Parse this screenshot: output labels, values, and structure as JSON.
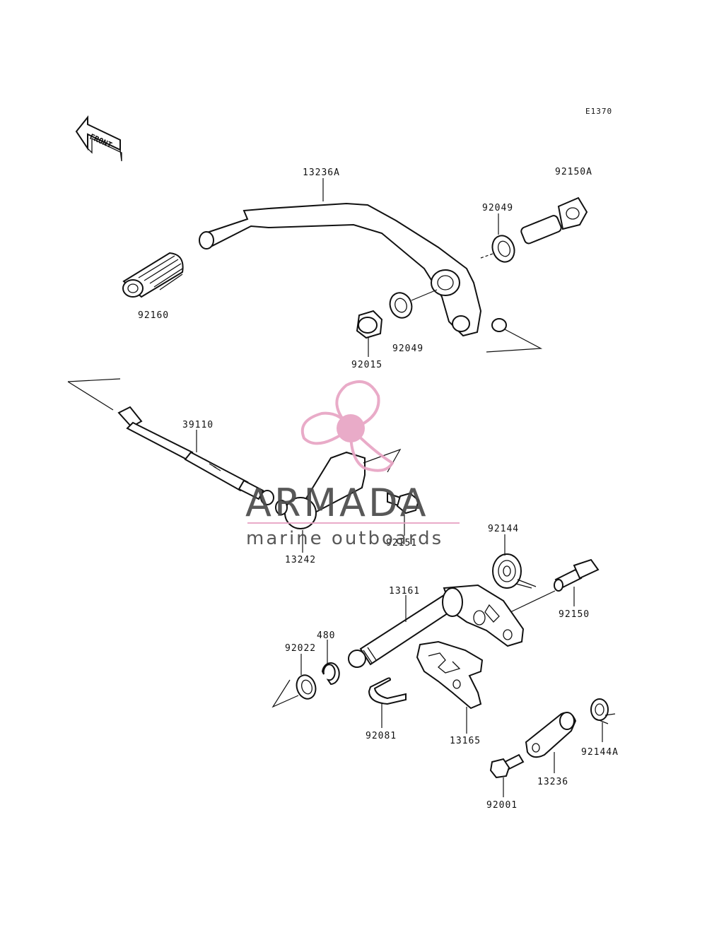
{
  "diagram_ref": "E1370",
  "front_label": "FRONT",
  "watermark": {
    "brand": "ARMADA",
    "tagline": "marine outboards",
    "accent_color": "#e8a4c4",
    "text_color": "#4a4a4a"
  },
  "parts": {
    "p13236A": "13236A",
    "p92150A": "92150A",
    "p92049a": "92049",
    "p92049b": "92049",
    "p92160": "92160",
    "p92015": "92015",
    "p39110": "39110",
    "p13242": "13242",
    "p92151": "92151",
    "p92144": "92144",
    "p13161": "13161",
    "p92150": "92150",
    "p480": "480",
    "p92022": "92022",
    "p92081": "92081",
    "p13165": "13165",
    "p92144A": "92144A",
    "p13236": "13236",
    "p92001": "92001"
  }
}
